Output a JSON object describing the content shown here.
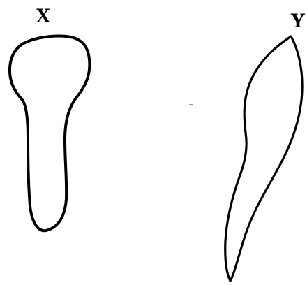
{
  "labels": {
    "x": "X",
    "y": "Y"
  },
  "colors": {
    "background": "#ffffff",
    "stroke": "#000000"
  },
  "shapes": [
    {
      "name": "shape-x",
      "description_label": "X"
    },
    {
      "name": "shape-y",
      "description_label": "Y"
    }
  ]
}
